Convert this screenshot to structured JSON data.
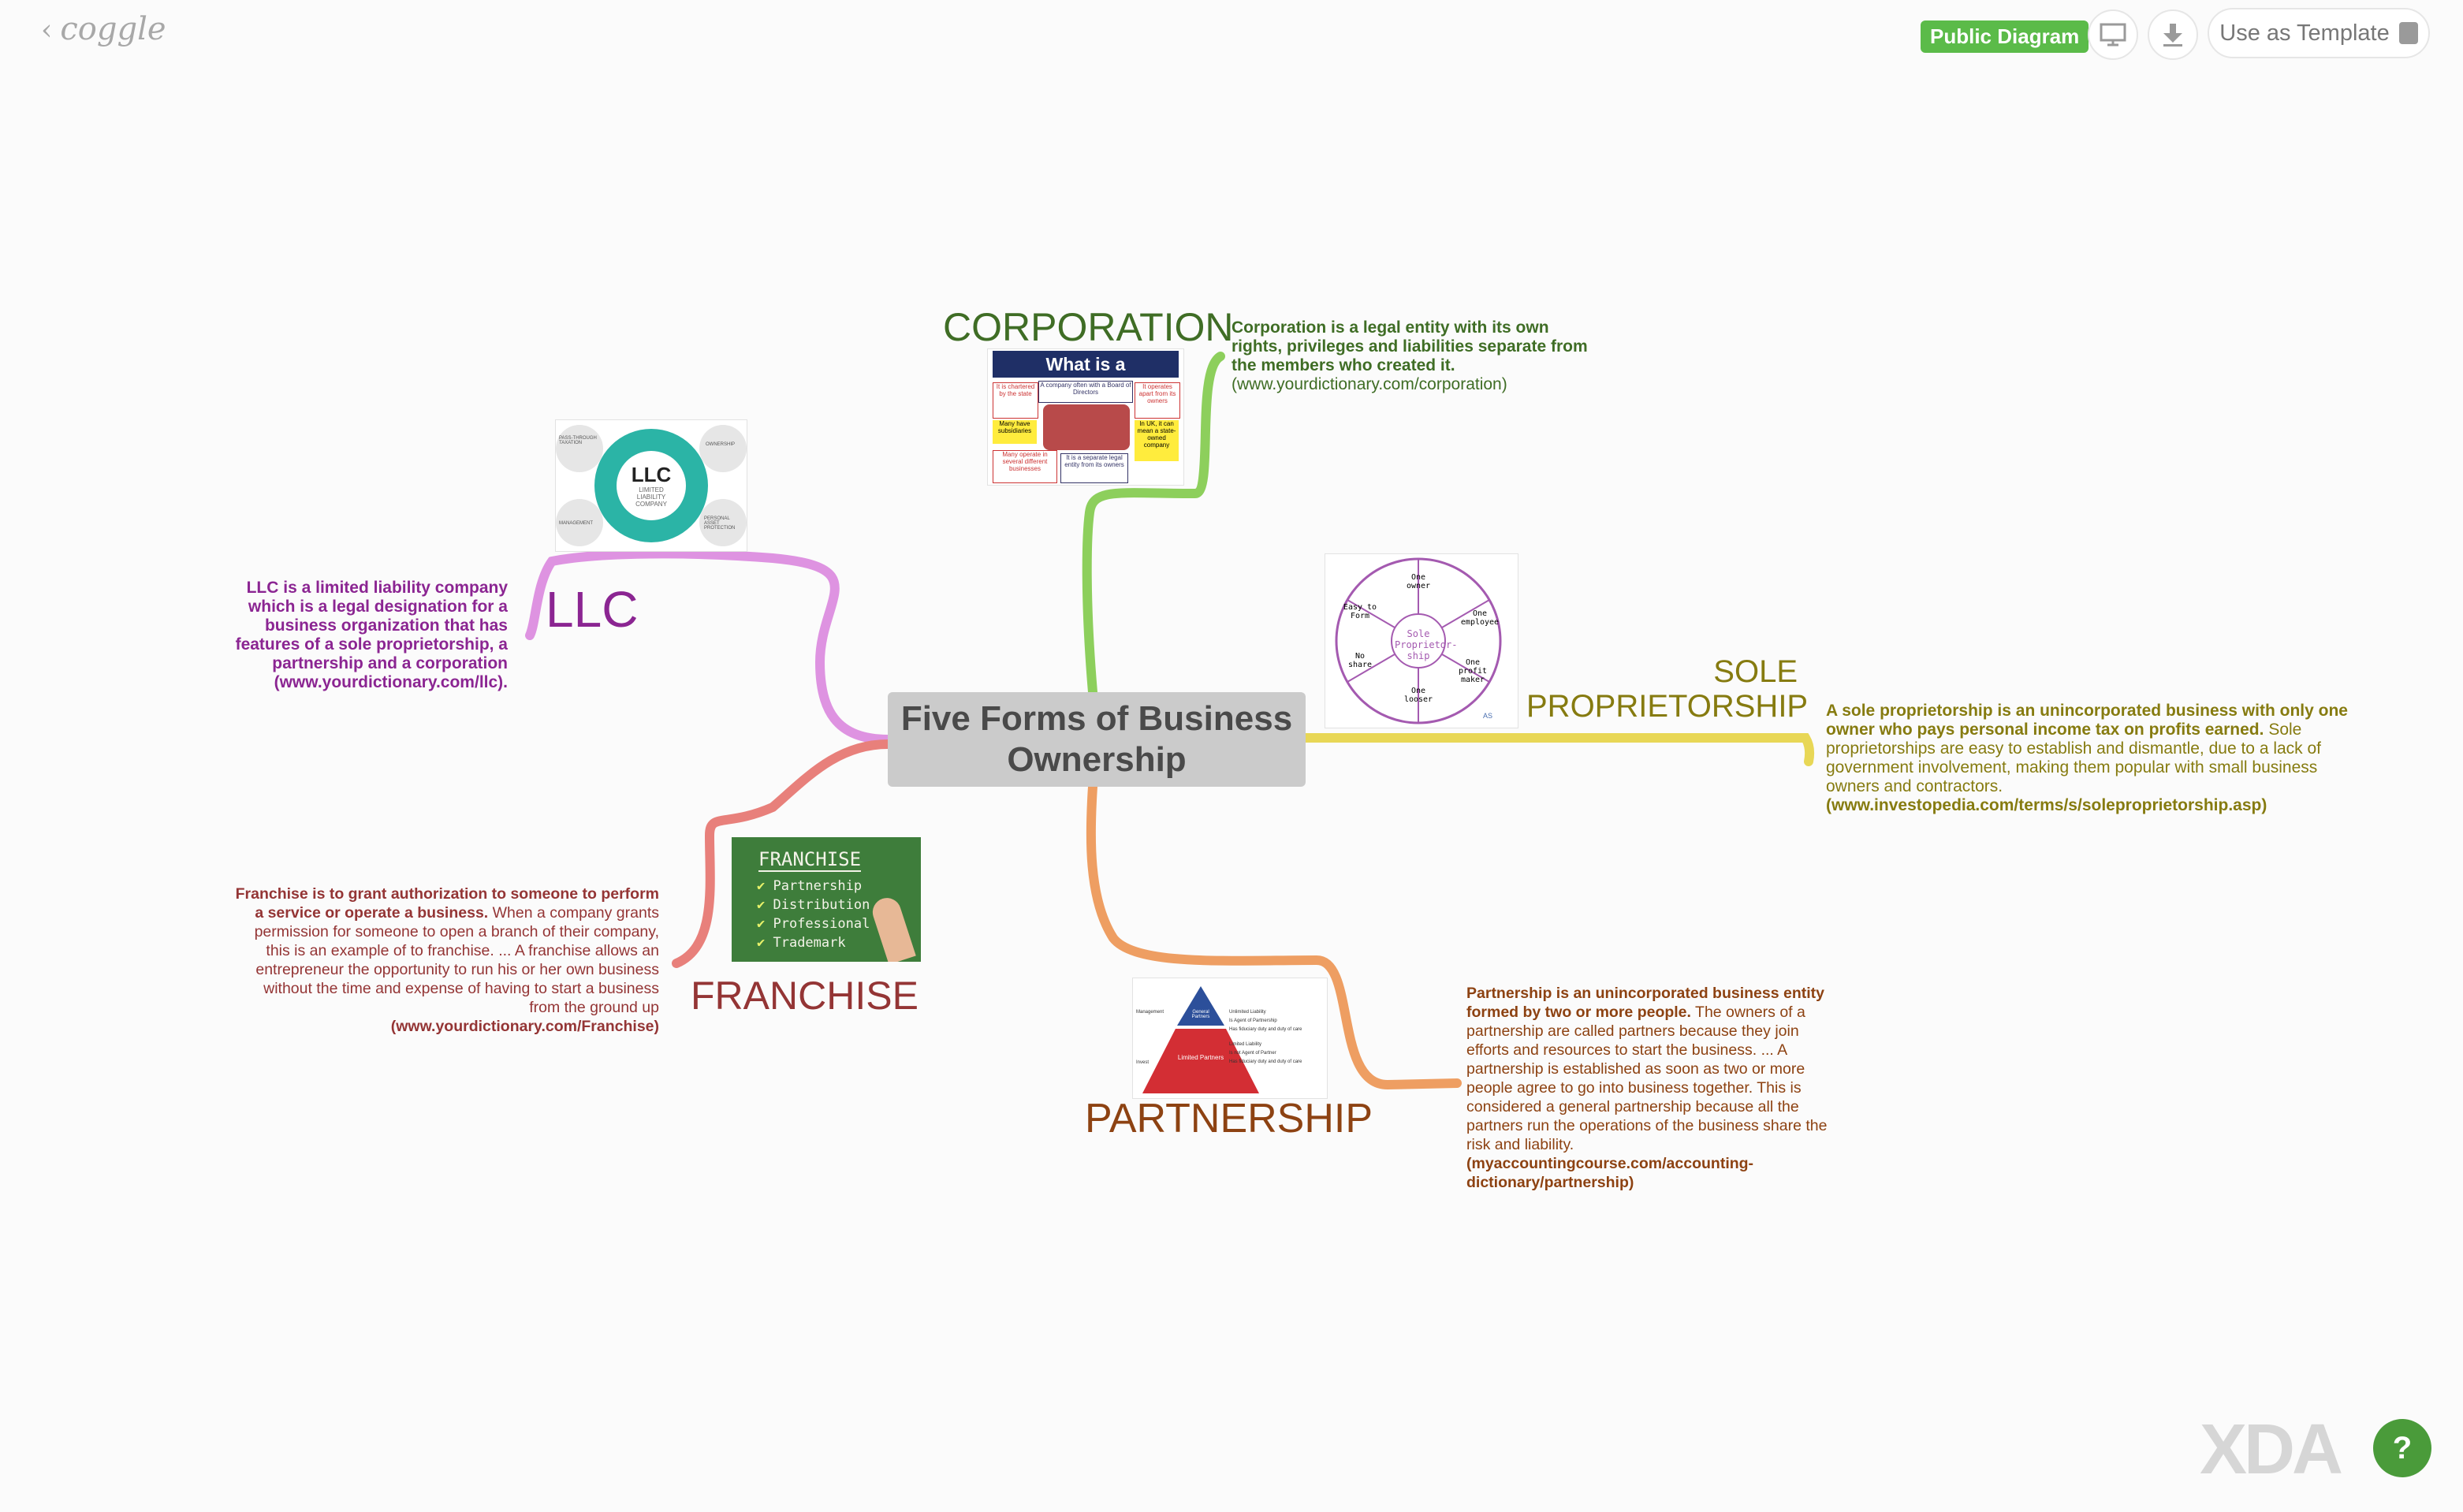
{
  "app": {
    "logo": "coggle"
  },
  "toolbar": {
    "public_badge": "Public Diagram",
    "template_label": "Use as Template",
    "present_icon": "presentation-icon",
    "download_icon": "download-icon"
  },
  "center": {
    "title": "Five Forms of Business Ownership"
  },
  "branches": {
    "corporation": {
      "label": "CORPORATION",
      "color": "#8dcf5c",
      "desc_bold": "Corporation is a legal entity with its own rights, privileges and liabilities separate from the members who created it.",
      "desc_source": "(www.yourdictionary.com/corporation)",
      "image": {
        "title": "What is a Corporation?",
        "cells": [
          "It is chartered by the state",
          "A company often with a Board of Directors",
          "It operates apart from its owners",
          "Many have subsidiaries",
          "In UK, it can mean a state-owned company",
          "Many operate in several different businesses",
          "It is a separate legal entity from its owners"
        ]
      }
    },
    "llc": {
      "label": "LLC",
      "color": "#de93e1",
      "desc": "LLC is a limited liability company which is a legal designation for a business organization that has features of a sole proprietorship, a partnership and a corporation (www.yourdictionary.com/llc).",
      "image": {
        "title": "LLC",
        "subtitle": "LIMITED LIABILITY COMPANY",
        "tags": [
          "PASS-THROUGH TAXATION",
          "OWNERSHIP",
          "MANAGEMENT",
          "PERSONAL ASSET PROTECTION"
        ]
      }
    },
    "sole": {
      "label_line1": "SOLE",
      "label_line2": "PROPRIETORSHIP",
      "color": "#e8d756",
      "desc_bold": "A sole proprietorship is an unincorporated business with only one owner who pays personal income tax on profits earned.",
      "desc": "Sole proprietorships are easy to establish and dismantle, due to a lack of government involvement, making them popular with small business owners and contractors.",
      "desc_source": "(www.investopedia.com/terms/s/soleproprietorship.asp)",
      "image": {
        "center": "Sole Proprietor-ship",
        "segments": [
          "One owner",
          "One employee",
          "One profit maker",
          "One looser",
          "No share",
          "Easy to Form"
        ],
        "mark": "AS"
      }
    },
    "franchise": {
      "label": "FRANCHISE",
      "color": "#e8807b",
      "desc_bold": "Franchise is to grant authorization to someone to perform a service or operate a business.",
      "desc": "When a company grants permission for someone to open a branch of their company, this is an example of to franchise. ... A franchise allows an entrepreneur the opportunity to run his or her own business without the time and expense of having to start a business from the ground up",
      "desc_source": "(www.yourdictionary.com/Franchise)",
      "image": {
        "title": "FRANCHISE",
        "items": [
          "Partnership",
          "Distribution",
          "Professional",
          "Trademark"
        ]
      }
    },
    "partnership": {
      "label": "PARTNERSHIP",
      "color": "#ee9e62",
      "desc_bold": "Partnership is an unincorporated business entity formed by two or more people.",
      "desc": "The owners of a partnership are called partners because they join efforts and resources to start the business. ... A partnership is established as soon as two or more people agree to go into business together. This is considered a general partnership because all the partners run the operations of the business share the risk and liability.",
      "desc_source": "(myaccountingcourse.com/accounting-dictionary/partnership)",
      "image": {
        "top": "General Partners",
        "bottom": "Limited Partners",
        "left_top": "Management",
        "left_bottom": "Invest",
        "notes": [
          "Unlimited Liability",
          "Is Agent of Partnership",
          "Has fiduciary duty and duty of care",
          "Limited Liability",
          "Is not Agent of Partner",
          "Has fiduciary duty and duty of care"
        ]
      }
    }
  },
  "watermark": "XDA",
  "help_label": "?"
}
